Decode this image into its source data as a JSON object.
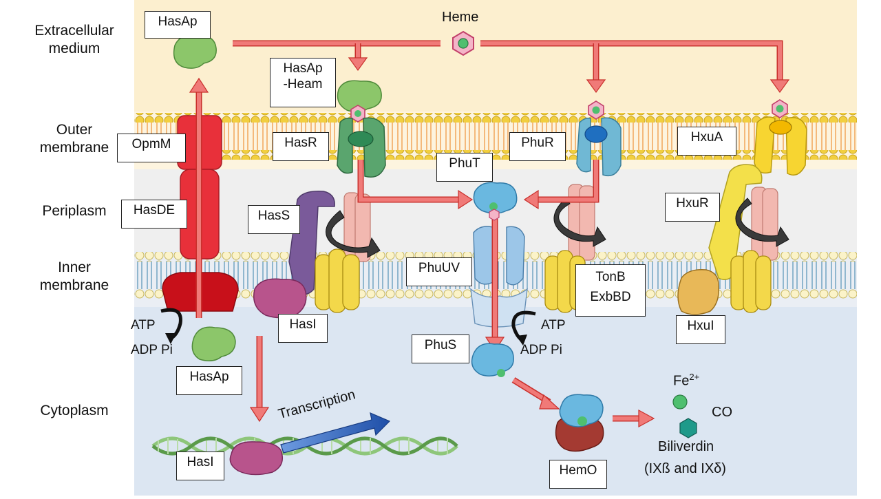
{
  "zones": {
    "extracellular": "Extracellular\nmedium",
    "outer_membrane": "Outer\nmembrane",
    "periplasm": "Periplasm",
    "inner_membrane": "Inner\nmembrane",
    "cytoplasm": "Cytoplasm"
  },
  "labels": {
    "hasap_top": "HasAp",
    "heme": "Heme",
    "hasap_heam": "HasAp\n-Heam",
    "opmm": "OpmM",
    "hasr": "HasR",
    "phur": "PhuR",
    "hxua": "HxuA",
    "phut": "PhuT",
    "hasde": "HasDE",
    "hass": "HasS",
    "hxur": "HxuR",
    "phuuv": "PhuUV",
    "tonb": "TonB\nExbBD",
    "hasi_mid": "HasI",
    "hxui": "HxuI",
    "phus": "PhuS",
    "hasap_bottom": "HasAp",
    "hasi_bottom": "HasI",
    "hemo": "HemO",
    "atp_left": "ATP",
    "adp_left": "ADP Pi",
    "atp_right": "ATP",
    "adp_right": "ADP Pi",
    "transcription": "Transcription",
    "fe": "Fe",
    "fe_sup": "2+",
    "co": "CO",
    "biliverdin": "Biliverdin",
    "biliverdin_isomers": "(IXß and IXδ)"
  },
  "colors": {
    "extracellular_bg": "#fcefcf",
    "periplasm_bg": "#efefef",
    "cytoplasm_bg": "#dce6f2",
    "arrow": "#f07a78",
    "arrow_stroke": "#c9302c",
    "lipid_head": "#f2cf3f",
    "lipid_head_inner": "#fbf3c9",
    "lipid_tail_outer": "#f0a050",
    "lipid_tail_inner": "#6a9fbf",
    "has_red": "#e8303a",
    "hasap_green": "#8cc66a",
    "hasr_green": "#5aa56e",
    "phur_blue": "#70b8d4",
    "hxua_yellow": "#f7d531",
    "hass_purple": "#7a5a9a",
    "hasi_magenta": "#b8548c",
    "phut_blue": "#6ab8e0",
    "tonb_pink": "#f2b8b0",
    "exbbd_yellow": "#f3d84a",
    "heme_pink": "#e98aa8",
    "heme_green": "#4fbf6f",
    "hemo_red": "#a43a32",
    "transcription_blue": "#3f6fbf",
    "dna_green": "#8ec67a"
  },
  "icons": [
    "heme-icon",
    "curved-arrow-icon",
    "fe-atom-icon",
    "biliverdin-hexagon-icon",
    "dna-helix-icon"
  ]
}
